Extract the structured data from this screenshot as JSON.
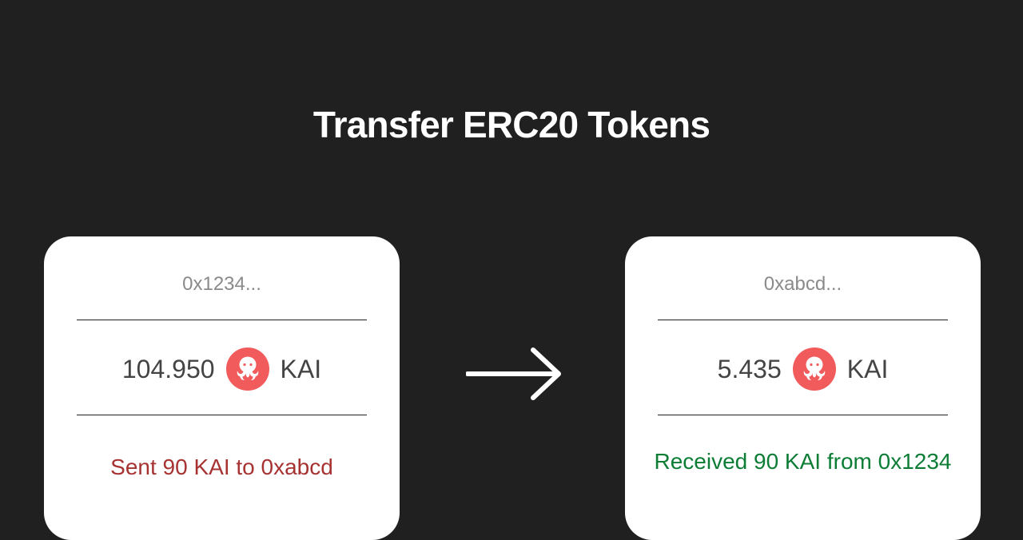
{
  "title": "Transfer ERC20 Tokens",
  "colors": {
    "background": "#202020",
    "card": "#ffffff",
    "token_icon": "#f15b5b",
    "sent_text": "#a63232",
    "received_text": "#0d7d36"
  },
  "sender": {
    "address": "0x1234...",
    "balance": "104.950",
    "token_symbol": "KAI",
    "token_icon": "octopus-icon",
    "status": "Sent 90 KAI to 0xabcd"
  },
  "transfer_arrow": {
    "icon": "arrow-right-icon"
  },
  "receiver": {
    "address": "0xabcd...",
    "balance": "5.435",
    "token_symbol": "KAI",
    "token_icon": "octopus-icon",
    "status": "Received 90 KAI from 0x1234"
  }
}
